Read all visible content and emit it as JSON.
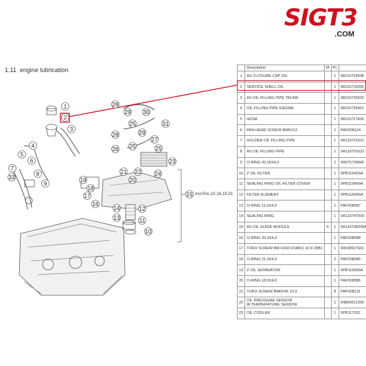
{
  "logo": {
    "main": "SIGT3",
    "sub": ".COM"
  },
  "section": {
    "number": "1.11",
    "title": "engine lubrication"
  },
  "callout": {
    "incl_note": "incl.Pos.10-16,19,23"
  },
  "colors": {
    "brand_red": "#d0101f",
    "line": "#555555"
  },
  "table": {
    "headers": {
      "pos": "",
      "description": "Description",
      "m": "M",
      "pc": "Pc",
      "part": ""
    },
    "rows": [
      {
        "pos": "1",
        "description": "AS CLOSURE CAP OIL",
        "m": "",
        "pc": "1",
        "part": "98110703508"
      },
      {
        "pos": "2",
        "description": "SERVICE SHELL OIL",
        "m": "",
        "pc": "1",
        "part": "98110716005"
      },
      {
        "pos": "3",
        "description": "AS OIL FILLING PIPE TRUNK",
        "m": "",
        "pc": "1",
        "part": "98110726503"
      },
      {
        "pos": "4",
        "description": "OIL FILLING PIPE ENGINE",
        "m": "",
        "pc": "1",
        "part": "98110726401"
      },
      {
        "pos": "5",
        "description": "HOSE",
        "m": "",
        "pc": "1",
        "part": "98110727400"
      },
      {
        "pos": "6",
        "description": "PAN-HEAD SCREW BM6X12",
        "m": "",
        "pc": "1",
        "part": "PAF008124"
      },
      {
        "pos": "7",
        "description": "HOLDER OIL FILLING PIPE",
        "m": "",
        "pc": "1",
        "part": "9A110721621"
      },
      {
        "pos": "8",
        "description": "AS OIL FILLING PIPE",
        "m": "",
        "pc": "1",
        "part": "9A110701622"
      },
      {
        "pos": "9",
        "description": "O-RING 42,00X4,0",
        "m": "",
        "pc": "1",
        "part": "99970734840"
      },
      {
        "pos": "10",
        "description": "Z OIL FILTER",
        "m": "",
        "pc": "1",
        "part": "0PB115403A"
      },
      {
        "pos": "11",
        "description": "SEALING RING OIL-FILTER COVER",
        "m": "",
        "pc": "1",
        "part": "0PB115499A"
      },
      {
        "pos": "12",
        "description": "FILTER ELEMENT",
        "m": "",
        "pc": "1",
        "part": "0PB115466A"
      },
      {
        "pos": "13",
        "description": "O-RING 11,0X4,0",
        "m": "",
        "pc": "1",
        "part": "PAF008087"
      },
      {
        "pos": "14",
        "description": "SEALING RING",
        "m": "",
        "pc": "1",
        "part": "9A110747500"
      },
      {
        "pos": "15",
        "description": "AS OIL GUIDE MODULE",
        "m": "X",
        "pc": "1",
        "part": "9A110708208A"
      },
      {
        "pos": "16",
        "description": "O-RING 20,0X4,0",
        "m": "",
        "pc": "1",
        "part": "PAF008088"
      },
      {
        "pos": "17",
        "description": "TORX SCREW BM 6X60 D34801 10.9 26B1",
        "m": "",
        "pc": "1",
        "part": "90038527601"
      },
      {
        "pos": "18",
        "description": "O-RING 21,0X4,0",
        "m": "",
        "pc": "2",
        "part": "PAF008085"
      },
      {
        "pos": "19",
        "description": "Z OIL SEPARATOR",
        "m": "",
        "pc": "1",
        "part": "0PB115099A"
      },
      {
        "pos": "20",
        "description": "O-RING 18,5X4,0",
        "m": "",
        "pc": "1",
        "part": "PAF008086"
      },
      {
        "pos": "21",
        "description": "TORX SCREW BM6X45 10.9",
        "m": "",
        "pc": "8",
        "part": "PAF008131"
      },
      {
        "pos": "22",
        "description": "OIL PRESSURE SENSOR W.TEMPERATURE SENSOR",
        "m": "",
        "pc": "1",
        "part": "94860621300"
      },
      {
        "pos": "23",
        "description": "OIL COOLER",
        "m": "",
        "pc": "1",
        "part": "0PB117022"
      }
    ]
  }
}
